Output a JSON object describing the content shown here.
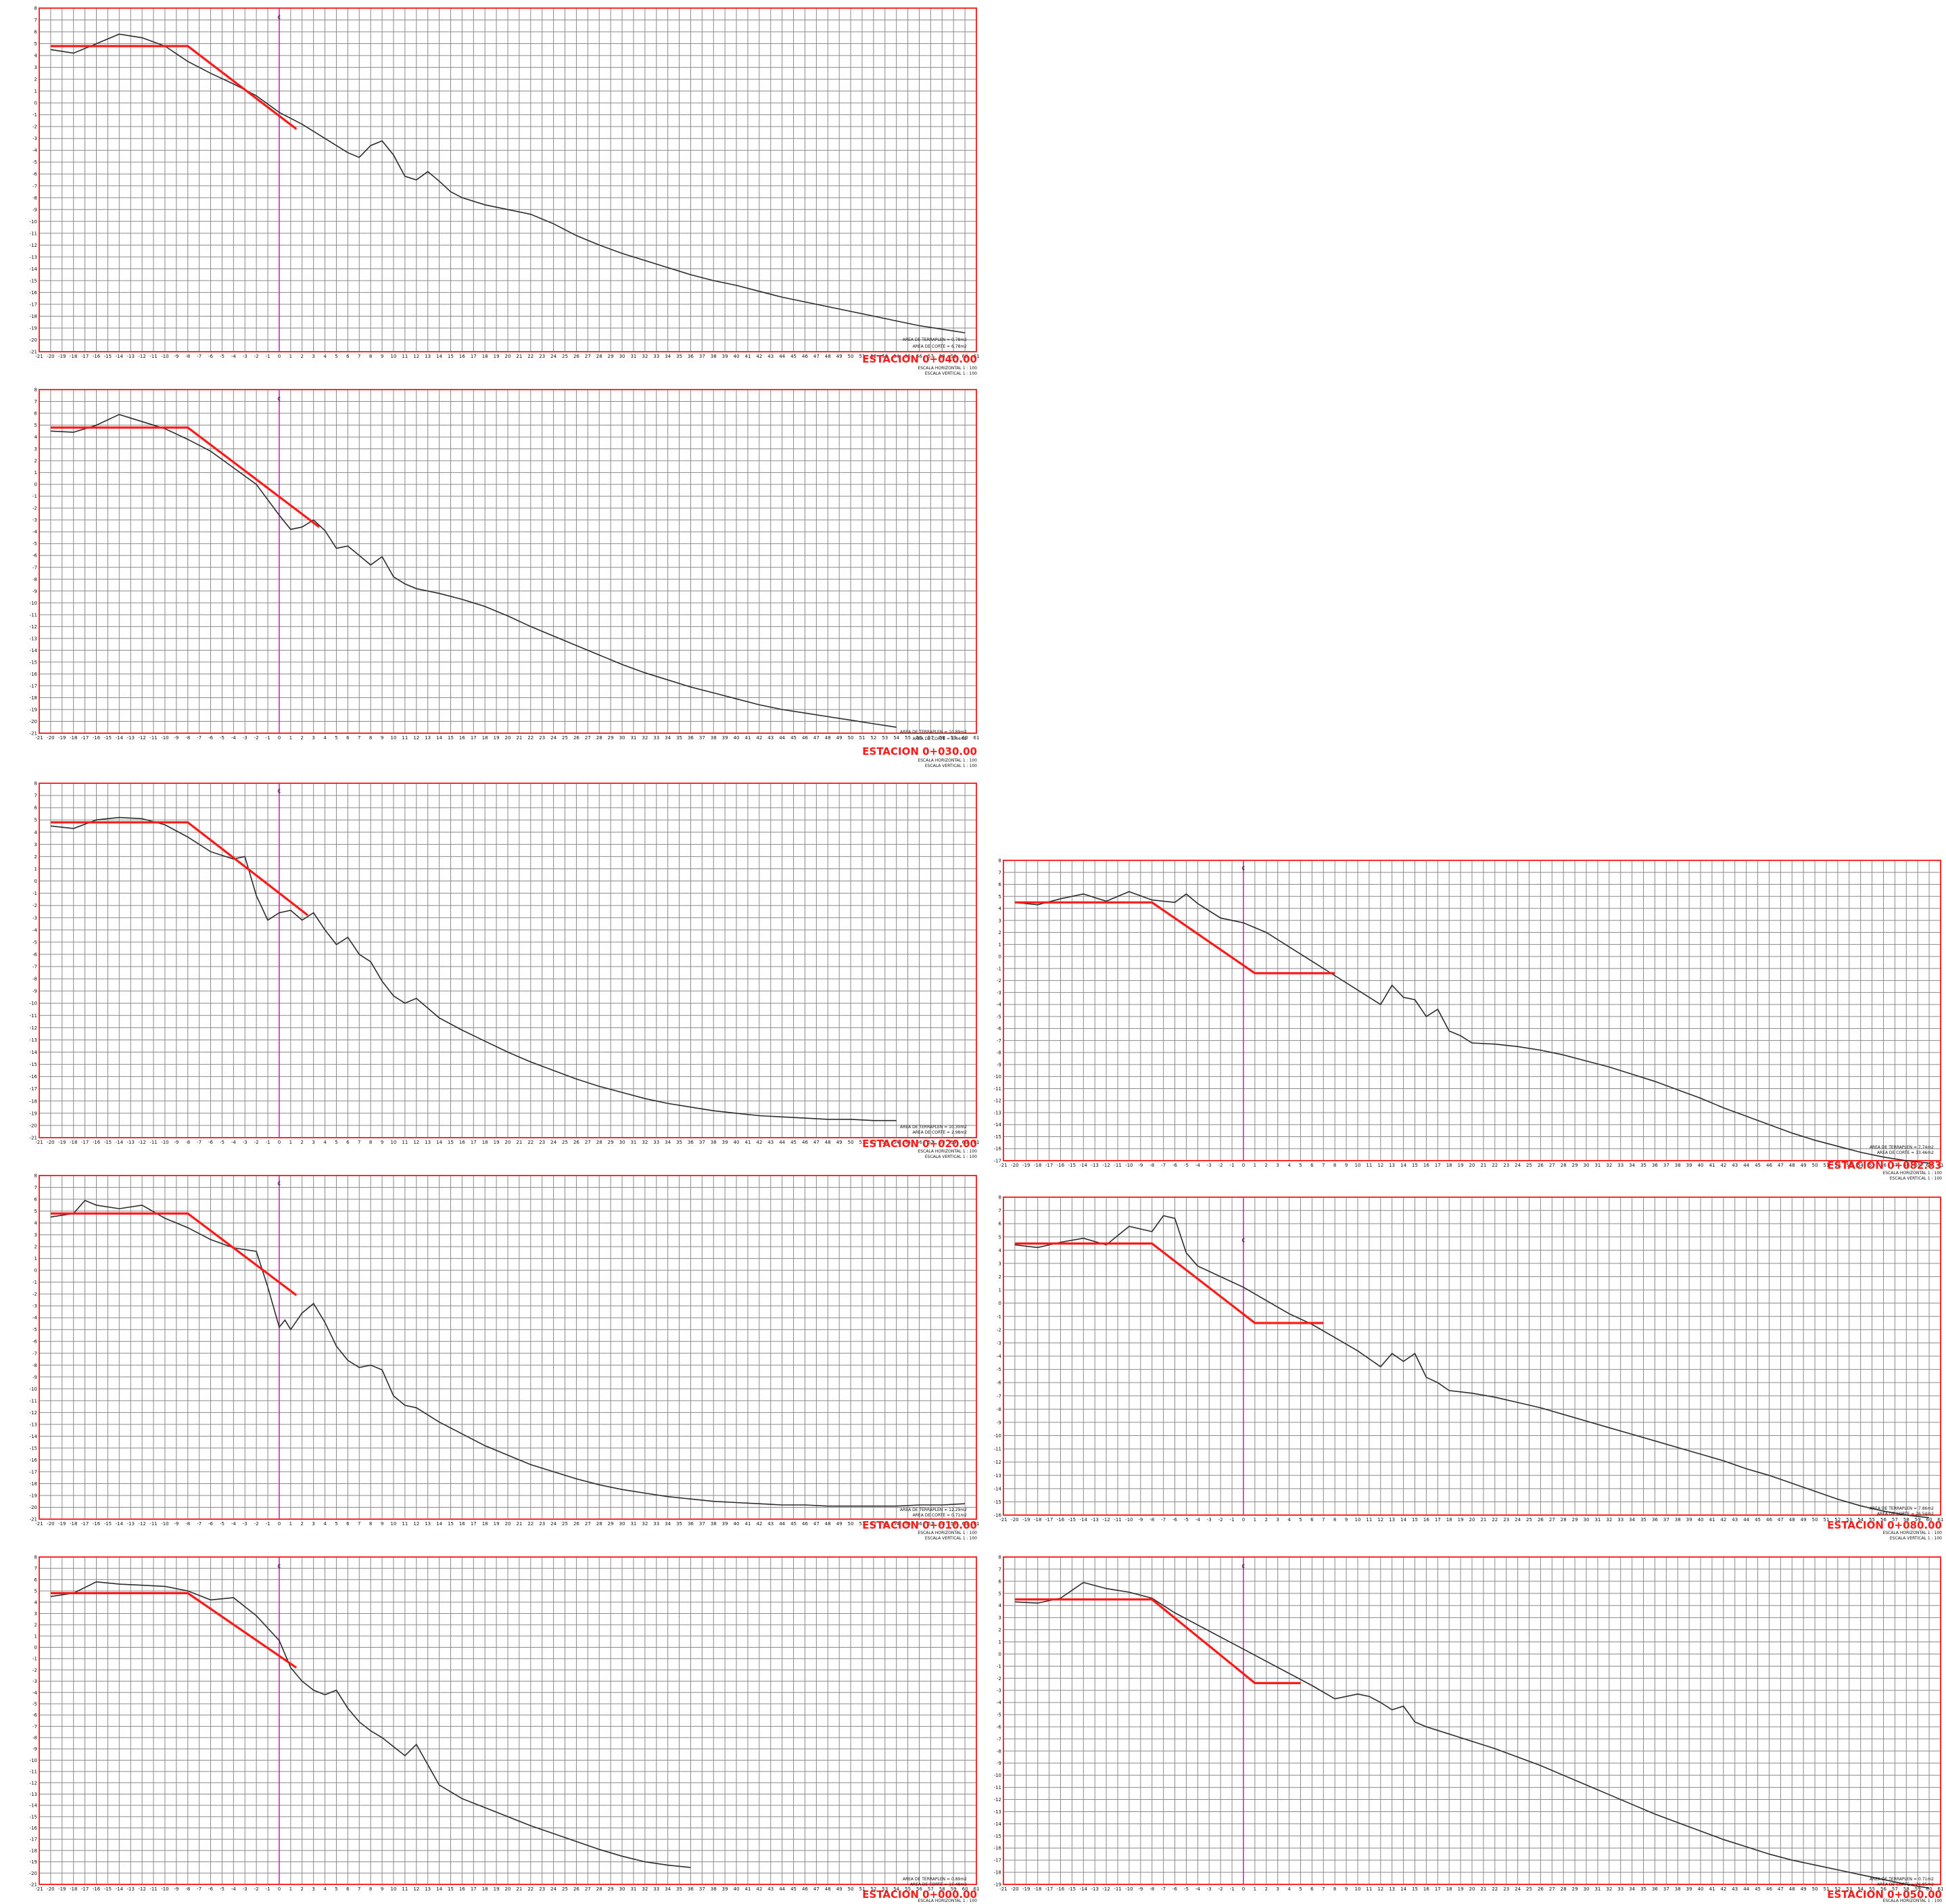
{
  "sheet": {
    "colors": {
      "grid": "#8a8a8a",
      "frame": "#ff2a2a",
      "design": "#ff1a1a",
      "terrain": "#2b2b2b",
      "centerline": "#d020d0",
      "title": "#ff1a1a"
    },
    "centerline_label": "¢",
    "scale_h": "ESCALA HORIZONTAL 1 : 100",
    "scale_v": "ESCALA VERTICAL 1 : 100"
  },
  "chart_data": [
    {
      "type": "line",
      "title": "ESTACION 0+040.00",
      "xlim": [
        -21,
        61
      ],
      "ylim": [
        -21,
        8
      ],
      "area_fill": "AREA DE TERRAPLEN = 0.78m2",
      "area_cut": "AREA DE CORTE = 6.78m2",
      "series": [
        {
          "id": "terrain",
          "x": [
            -20,
            -18,
            -16,
            -14,
            -12,
            -10,
            -8,
            -6,
            -4,
            -2,
            0,
            2,
            4,
            6,
            7,
            8,
            9,
            10,
            11,
            12,
            13,
            14,
            15,
            16,
            18,
            20,
            22,
            24,
            26,
            28,
            30,
            32,
            34,
            36,
            38,
            40,
            42,
            44,
            46,
            48,
            50,
            52,
            54,
            56,
            58,
            60
          ],
          "y": [
            4.5,
            4.2,
            5,
            5.8,
            5.5,
            4.8,
            3.5,
            2.5,
            1.6,
            0.6,
            -0.8,
            -1.8,
            -3,
            -4.2,
            -4.6,
            -3.6,
            -3.2,
            -4.4,
            -6.2,
            -6.5,
            -5.8,
            -6.6,
            -7.5,
            -8,
            -8.6,
            -9,
            -9.4,
            -10.2,
            -11.2,
            -12,
            -12.7,
            -13.3,
            -13.9,
            -14.5,
            -15,
            -15.4,
            -15.9,
            -16.4,
            -16.8,
            -17.2,
            -17.6,
            -18,
            -18.4,
            -18.8,
            -19.1,
            -19.4
          ]
        },
        {
          "id": "design",
          "x": [
            -20,
            -8,
            1.5
          ],
          "y": [
            4.8,
            4.8,
            -2.2
          ]
        }
      ]
    },
    {
      "type": "line",
      "title": "ESTACION 0+030.00",
      "xlim": [
        -21,
        61
      ],
      "ylim": [
        -21,
        8
      ],
      "area_fill": "AREA DE TERRAPLEN = 10.89m2",
      "area_cut": "AREA DE CORTE = 5.44m2",
      "series": [
        {
          "id": "terrain",
          "x": [
            -20,
            -18,
            -16,
            -14,
            -12,
            -10,
            -8,
            -6,
            -4,
            -2,
            0,
            1,
            2,
            3,
            4,
            5,
            6,
            7,
            8,
            9,
            10,
            11,
            12,
            14,
            16,
            18,
            20,
            22,
            24,
            26,
            28,
            30,
            32,
            34,
            36,
            38,
            40,
            42,
            44,
            46,
            48,
            50,
            52,
            54
          ],
          "y": [
            4.5,
            4.4,
            5,
            5.9,
            5.3,
            4.7,
            3.8,
            2.8,
            1.4,
            0,
            -2.6,
            -3.8,
            -3.6,
            -3,
            -3.9,
            -5.4,
            -5.2,
            -6,
            -6.8,
            -6.1,
            -7.8,
            -8.4,
            -8.8,
            -9.2,
            -9.7,
            -10.3,
            -11.1,
            -12,
            -12.8,
            -13.6,
            -14.4,
            -15.2,
            -15.9,
            -16.5,
            -17.1,
            -17.6,
            -18.1,
            -18.6,
            -19,
            -19.3,
            -19.6,
            -19.9,
            -20.2,
            -20.5
          ]
        },
        {
          "id": "design",
          "x": [
            -20,
            -8,
            3.5
          ],
          "y": [
            4.8,
            4.8,
            -3.6
          ]
        }
      ]
    },
    {
      "type": "line",
      "title": "ESTACION 0+020.00",
      "xlim": [
        -21,
        61
      ],
      "ylim": [
        -21,
        8
      ],
      "area_fill": "AREA DE TERRAPLEN = 10.30m2",
      "area_cut": "AREA DE CORTE = 2.98m2",
      "series": [
        {
          "id": "terrain",
          "x": [
            -20,
            -18,
            -16,
            -14,
            -12,
            -10,
            -8,
            -6,
            -4,
            -3,
            -2,
            -1,
            0,
            1,
            2,
            3,
            4,
            5,
            6,
            7,
            8,
            9,
            10,
            11,
            12,
            14,
            16,
            18,
            20,
            22,
            24,
            26,
            28,
            30,
            32,
            34,
            36,
            38,
            40,
            42,
            44,
            46,
            48,
            50,
            52,
            54
          ],
          "y": [
            4.5,
            4.3,
            5,
            5.2,
            5.1,
            4.6,
            3.6,
            2.4,
            1.8,
            2,
            -1.2,
            -3.2,
            -2.6,
            -2.4,
            -3.2,
            -2.6,
            -4,
            -5.2,
            -4.6,
            -6,
            -6.6,
            -8.2,
            -9.4,
            -10,
            -9.6,
            -11.2,
            -12.2,
            -13.1,
            -14,
            -14.8,
            -15.5,
            -16.2,
            -16.8,
            -17.3,
            -17.8,
            -18.2,
            -18.5,
            -18.8,
            -19,
            -19.2,
            -19.3,
            -19.4,
            -19.5,
            -19.5,
            -19.6,
            -19.6
          ]
        },
        {
          "id": "design",
          "x": [
            -20,
            -8,
            2.5
          ],
          "y": [
            4.8,
            4.8,
            -2.8
          ]
        }
      ]
    },
    {
      "type": "line",
      "title": "ESTACION 0+010.00",
      "xlim": [
        -21,
        61
      ],
      "ylim": [
        -21,
        8
      ],
      "area_fill": "AREA DE TERRAPLEN = 12.29m2",
      "area_cut": "AREA DE CORTE = 0.71m2",
      "series": [
        {
          "id": "terrain",
          "x": [
            -20,
            -18,
            -17,
            -16,
            -14,
            -12,
            -10,
            -8,
            -6,
            -4,
            -2,
            -1,
            0,
            0.5,
            1,
            2,
            3,
            4,
            5,
            6,
            7,
            8,
            9,
            10,
            11,
            12,
            14,
            16,
            18,
            20,
            22,
            24,
            26,
            28,
            30,
            32,
            34,
            36,
            38,
            40,
            42,
            44,
            46,
            48,
            50,
            52,
            54,
            56,
            58,
            60
          ],
          "y": [
            4.5,
            4.8,
            5.9,
            5.5,
            5.2,
            5.5,
            4.4,
            3.6,
            2.6,
            1.9,
            1.6,
            -1.4,
            -4.8,
            -4.2,
            -5,
            -3.6,
            -2.8,
            -4.4,
            -6.4,
            -7.6,
            -8.2,
            -8,
            -8.4,
            -10.6,
            -11.4,
            -11.6,
            -12.8,
            -13.8,
            -14.8,
            -15.6,
            -16.4,
            -17,
            -17.6,
            -18.1,
            -18.5,
            -18.8,
            -19.1,
            -19.3,
            -19.5,
            -19.6,
            -19.7,
            -19.8,
            -19.8,
            -19.9,
            -19.9,
            -19.9,
            -19.9,
            -19.8,
            -19.8,
            -19.7
          ]
        },
        {
          "id": "design",
          "x": [
            -20,
            -8,
            1.5
          ],
          "y": [
            4.8,
            4.8,
            -2.1
          ]
        }
      ]
    },
    {
      "type": "line",
      "title": "ESTACION 0+000.00",
      "xlim": [
        -21,
        61
      ],
      "ylim": [
        -21,
        8
      ],
      "area_fill": "AREA DE TERRAPLEN = 0.89m2",
      "area_cut": "AREA DE CORTE = 15.48m2",
      "series": [
        {
          "id": "terrain",
          "x": [
            -20,
            -18,
            -16,
            -14,
            -12,
            -10,
            -8,
            -6,
            -4,
            -2,
            0,
            1,
            2,
            3,
            4,
            5,
            6,
            7,
            8,
            9,
            10,
            11,
            12,
            13,
            14,
            16,
            18,
            20,
            22,
            24,
            26,
            28,
            30,
            32,
            34,
            36
          ],
          "y": [
            4.5,
            4.8,
            5.8,
            5.6,
            5.5,
            5.4,
            5,
            4.2,
            4.4,
            2.8,
            0.6,
            -1.8,
            -3,
            -3.8,
            -4.2,
            -3.8,
            -5.4,
            -6.6,
            -7.4,
            -8,
            -8.8,
            -9.6,
            -8.6,
            -10.4,
            -12.2,
            -13.4,
            -14.2,
            -15,
            -15.8,
            -16.5,
            -17.2,
            -17.9,
            -18.5,
            -19,
            -19.3,
            -19.5
          ]
        },
        {
          "id": "design",
          "x": [
            -20,
            -8,
            1.5
          ],
          "y": [
            4.8,
            4.8,
            -1.8
          ]
        }
      ]
    },
    {
      "type": "line",
      "title": "ESTACION 0+082.83",
      "xlim": [
        -21,
        61
      ],
      "ylim": [
        -17,
        8
      ],
      "area_fill": "AREA DE TERRAPLEN = 7.74m2",
      "area_cut": "AREA DE CORTE = 33.46m2",
      "series": [
        {
          "id": "terrain",
          "x": [
            -20,
            -18,
            -16,
            -14,
            -12,
            -10,
            -8,
            -6,
            -5,
            -4,
            -2,
            0,
            2,
            4,
            6,
            8,
            10,
            12,
            13,
            14,
            15,
            16,
            17,
            18,
            19,
            20,
            22,
            24,
            26,
            28,
            30,
            32,
            34,
            36,
            38,
            40,
            42,
            44,
            46,
            48,
            50,
            52,
            54,
            56,
            58,
            60
          ],
          "y": [
            4.5,
            4.3,
            4.8,
            5.2,
            4.6,
            5.4,
            4.7,
            4.5,
            5.2,
            4.4,
            3.2,
            2.8,
            2,
            0.8,
            -0.4,
            -1.6,
            -2.8,
            -4,
            -2.4,
            -3.4,
            -3.6,
            -5,
            -4.4,
            -6.2,
            -6.6,
            -7.2,
            -7.3,
            -7.5,
            -7.8,
            -8.2,
            -8.7,
            -9.2,
            -9.8,
            -10.4,
            -11.1,
            -11.8,
            -12.6,
            -13.3,
            -14,
            -14.7,
            -15.3,
            -15.8,
            -16.3,
            -16.7,
            -17,
            -17.2
          ]
        },
        {
          "id": "design",
          "x": [
            -20,
            -8,
            1,
            8
          ],
          "y": [
            4.5,
            4.5,
            -1.4,
            -1.4
          ]
        }
      ]
    },
    {
      "type": "line",
      "title": "ESTACION 0+080.00",
      "xlim": [
        -21,
        61
      ],
      "ylim": [
        -16,
        8
      ],
      "area_fill": "AREA DE TERRAPLEN = 7.86m2",
      "area_cut": "AREA DE CORTE = 26.54m2",
      "series": [
        {
          "id": "terrain",
          "x": [
            -20,
            -18,
            -16,
            -14,
            -12,
            -10,
            -8,
            -7,
            -6,
            -5,
            -4,
            -2,
            0,
            2,
            4,
            6,
            8,
            10,
            12,
            13,
            14,
            15,
            16,
            17,
            18,
            20,
            22,
            24,
            26,
            28,
            30,
            32,
            34,
            36,
            38,
            40,
            42,
            44,
            46,
            48,
            50,
            52,
            54,
            56,
            58,
            60
          ],
          "y": [
            4.4,
            4.2,
            4.6,
            4.9,
            4.4,
            5.8,
            5.4,
            6.6,
            6.4,
            3.8,
            2.8,
            2,
            1.2,
            0.2,
            -0.8,
            -1.6,
            -2.6,
            -3.6,
            -4.8,
            -3.8,
            -4.4,
            -3.8,
            -5.6,
            -6,
            -6.6,
            -6.8,
            -7.1,
            -7.5,
            -7.9,
            -8.4,
            -8.9,
            -9.4,
            -9.9,
            -10.4,
            -10.9,
            -11.4,
            -11.9,
            -12.5,
            -13,
            -13.6,
            -14.2,
            -14.8,
            -15.3,
            -15.7,
            -16,
            -16.2
          ]
        },
        {
          "id": "design",
          "x": [
            -20,
            -8,
            1,
            7
          ],
          "y": [
            4.5,
            4.5,
            -1.5,
            -1.5
          ]
        }
      ]
    },
    {
      "type": "line",
      "title": "ESTACION 0+050.00",
      "xlim": [
        -21,
        61
      ],
      "ylim": [
        -19,
        8
      ],
      "area_fill": "AREA DE TERRAPLEN = 0.71m2",
      "area_cut": "AREA DE CORTE = 26.85m2",
      "series": [
        {
          "id": "terrain",
          "x": [
            -20,
            -18,
            -16,
            -14,
            -12,
            -10,
            -8,
            -6,
            -4,
            -2,
            0,
            2,
            4,
            6,
            8,
            10,
            11,
            12,
            13,
            14,
            15,
            16,
            18,
            20,
            22,
            24,
            26,
            28,
            30,
            32,
            34,
            36,
            38,
            40,
            42,
            44,
            46,
            48,
            50,
            52,
            54,
            56,
            58,
            60
          ],
          "y": [
            4.3,
            4.2,
            4.6,
            5.9,
            5.4,
            5.1,
            4.6,
            3.4,
            2.4,
            1.4,
            0.4,
            -0.6,
            -1.6,
            -2.6,
            -3.7,
            -3.3,
            -3.5,
            -4,
            -4.6,
            -4.3,
            -5.6,
            -6,
            -6.6,
            -7.2,
            -7.8,
            -8.5,
            -9.2,
            -10,
            -10.8,
            -11.6,
            -12.4,
            -13.2,
            -13.9,
            -14.6,
            -15.3,
            -15.9,
            -16.5,
            -17,
            -17.4,
            -17.8,
            -18.2,
            -18.6,
            -19,
            -19.3
          ]
        },
        {
          "id": "design",
          "x": [
            -20,
            -8,
            1,
            5
          ],
          "y": [
            4.5,
            4.5,
            -2.4,
            -2.4
          ]
        }
      ]
    }
  ]
}
